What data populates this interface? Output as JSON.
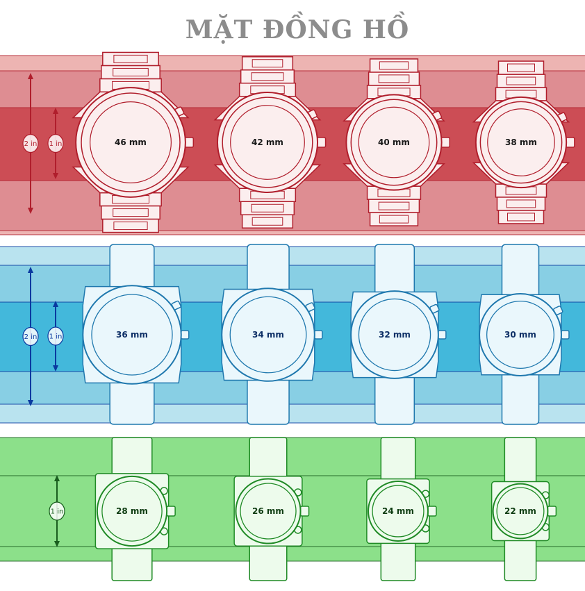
{
  "title": "MẶT ĐỒNG HỒ",
  "rows": [
    {
      "id": "large",
      "style": "metal",
      "colors": {
        "outer": "#edb4b2",
        "mid": "#de8d92",
        "inner": "#cc4d55",
        "stroke": "#b01e2c",
        "line": "#b01e2c",
        "text": "#1a1a1a"
      },
      "scales": [
        "2 in",
        "1 in"
      ],
      "watches": [
        {
          "label": "46 mm",
          "diameter_mm": 46
        },
        {
          "label": "42 mm",
          "diameter_mm": 42
        },
        {
          "label": "40 mm",
          "diameter_mm": 40
        },
        {
          "label": "38 mm",
          "diameter_mm": 38
        }
      ]
    },
    {
      "id": "medium",
      "style": "strap",
      "colors": {
        "outer": "#b9e3ef",
        "mid": "#88cfe4",
        "inner": "#43b8db",
        "stroke": "#1f78ae",
        "line": "#0a3aa0",
        "text": "#0d2f66"
      },
      "scales": [
        "2 in",
        "1 in"
      ],
      "watches": [
        {
          "label": "36 mm",
          "diameter_mm": 36
        },
        {
          "label": "34 mm",
          "diameter_mm": 34
        },
        {
          "label": "32 mm",
          "diameter_mm": 32
        },
        {
          "label": "30 mm",
          "diameter_mm": 30
        }
      ]
    },
    {
      "id": "small",
      "style": "chrono",
      "colors": {
        "outer": "#8ce08a",
        "mid": "#8ce08a",
        "inner": "#3ec83e",
        "stroke": "#1f8a25",
        "line": "#1a5e1f",
        "text": "#0f3d12"
      },
      "scales": [
        "1 in"
      ],
      "watches": [
        {
          "label": "28 mm",
          "diameter_mm": 28
        },
        {
          "label": "26 mm",
          "diameter_mm": 26
        },
        {
          "label": "24 mm",
          "diameter_mm": 24
        },
        {
          "label": "22 mm",
          "diameter_mm": 22
        }
      ]
    }
  ]
}
